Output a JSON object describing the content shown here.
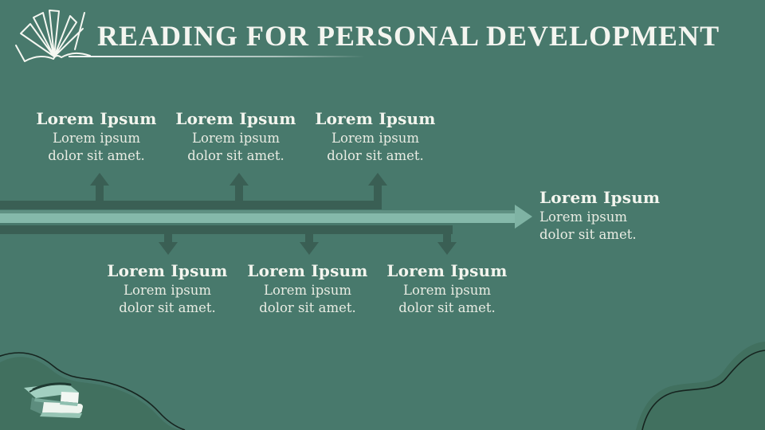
{
  "slide": {
    "title": "READING FOR PERSONAL DEVELOPMENT",
    "colors": {
      "background": "#48796c",
      "branch_dark": "#3a5f54",
      "main_arrow_light": "#7fb3a4",
      "main_arrow_shade": "#5f9082",
      "corner_blob": "#41705f",
      "blob_outline": "#16241f",
      "heading_text": "#f3f5ee",
      "body_text": "#e9ece3"
    }
  },
  "timeline": {
    "top_items": [
      {
        "heading": "Lorem Ipsum",
        "line1": "Lorem ipsum",
        "line2": "dolor sit amet."
      },
      {
        "heading": "Lorem Ipsum",
        "line1": "Lorem ipsum",
        "line2": "dolor sit amet."
      },
      {
        "heading": "Lorem Ipsum",
        "line1": "Lorem ipsum",
        "line2": "dolor sit amet."
      }
    ],
    "bottom_items": [
      {
        "heading": "Lorem Ipsum",
        "line1": "Lorem ipsum",
        "line2": "dolor sit amet."
      },
      {
        "heading": "Lorem Ipsum",
        "line1": "Lorem ipsum",
        "line2": "dolor sit amet."
      },
      {
        "heading": "Lorem Ipsum",
        "line1": "Lorem ipsum",
        "line2": "dolor sit amet."
      }
    ],
    "end_item": {
      "heading": "Lorem Ipsum",
      "line1": "Lorem ipsum",
      "line2": "dolor sit amet."
    }
  }
}
